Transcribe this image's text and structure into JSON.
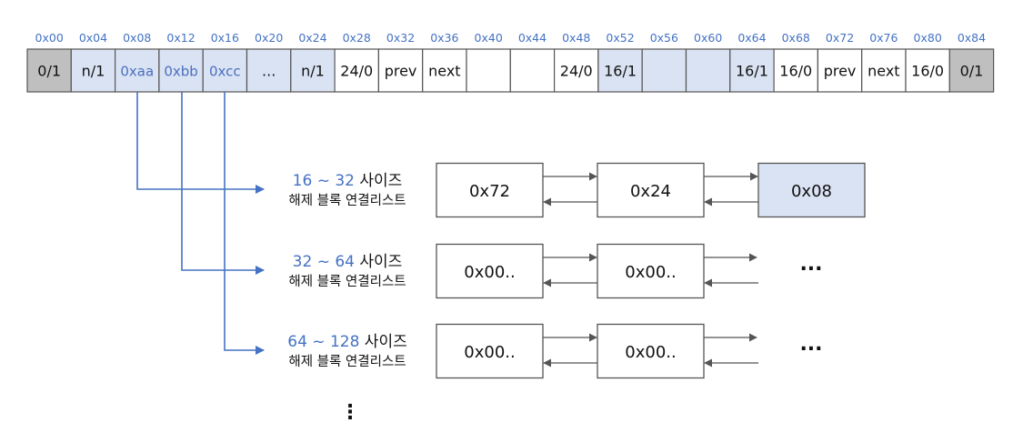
{
  "heap": {
    "addresses": [
      "0x00",
      "0x04",
      "0x08",
      "0x12",
      "0x16",
      "0x20",
      "0x24",
      "0x28",
      "0x32",
      "0x36",
      "0x40",
      "0x44",
      "0x48",
      "0x52",
      "0x56",
      "0x60",
      "0x64",
      "0x68",
      "0x72",
      "0x76",
      "0x80",
      "0x84"
    ],
    "cells": [
      {
        "text": "0/1",
        "fill": "gray"
      },
      {
        "text": "n/1",
        "fill": "blue"
      },
      {
        "text": "0xaa",
        "fill": "blue"
      },
      {
        "text": "0xbb",
        "fill": "blue"
      },
      {
        "text": "0xcc",
        "fill": "blue"
      },
      {
        "text": "...",
        "fill": "blue"
      },
      {
        "text": "n/1",
        "fill": "blue"
      },
      {
        "text": "24/0",
        "fill": "white"
      },
      {
        "text": "prev",
        "fill": "white"
      },
      {
        "text": "next",
        "fill": "white"
      },
      {
        "text": "",
        "fill": "white"
      },
      {
        "text": "",
        "fill": "white"
      },
      {
        "text": "24/0",
        "fill": "white"
      },
      {
        "text": "16/1",
        "fill": "blue"
      },
      {
        "text": "",
        "fill": "blue"
      },
      {
        "text": "",
        "fill": "blue"
      },
      {
        "text": "16/1",
        "fill": "blue"
      },
      {
        "text": "16/0",
        "fill": "white"
      },
      {
        "text": "prev",
        "fill": "white"
      },
      {
        "text": "next",
        "fill": "white"
      },
      {
        "text": "16/0",
        "fill": "white"
      },
      {
        "text": "0/1",
        "fill": "gray"
      }
    ]
  },
  "lists": [
    {
      "range_num": "16 ~ 32",
      "size_word": " 사이즈",
      "subtitle": "해제 블록 연결리스트",
      "nodes": [
        "0x72",
        "0x24",
        "0x08"
      ],
      "last_highlight": true,
      "ellipsis": ""
    },
    {
      "range_num": "32 ~ 64",
      "size_word": " 사이즈",
      "subtitle": "해제 블록 연결리스트",
      "nodes": [
        "0x00..",
        "0x00.."
      ],
      "last_highlight": false,
      "ellipsis": "..."
    },
    {
      "range_num": "64 ~ 128",
      "size_word": " 사이즈",
      "subtitle": "해제 블록 연결리스트",
      "nodes": [
        "0x00..",
        "0x00.."
      ],
      "last_highlight": false,
      "ellipsis": "..."
    }
  ],
  "more_indicator": "⋮",
  "colors": {
    "accent": "#4472c4",
    "blue_fill": "#dae3f3",
    "gray_fill": "#bfbfbf",
    "border": "#555555",
    "arrow": "#555555"
  }
}
